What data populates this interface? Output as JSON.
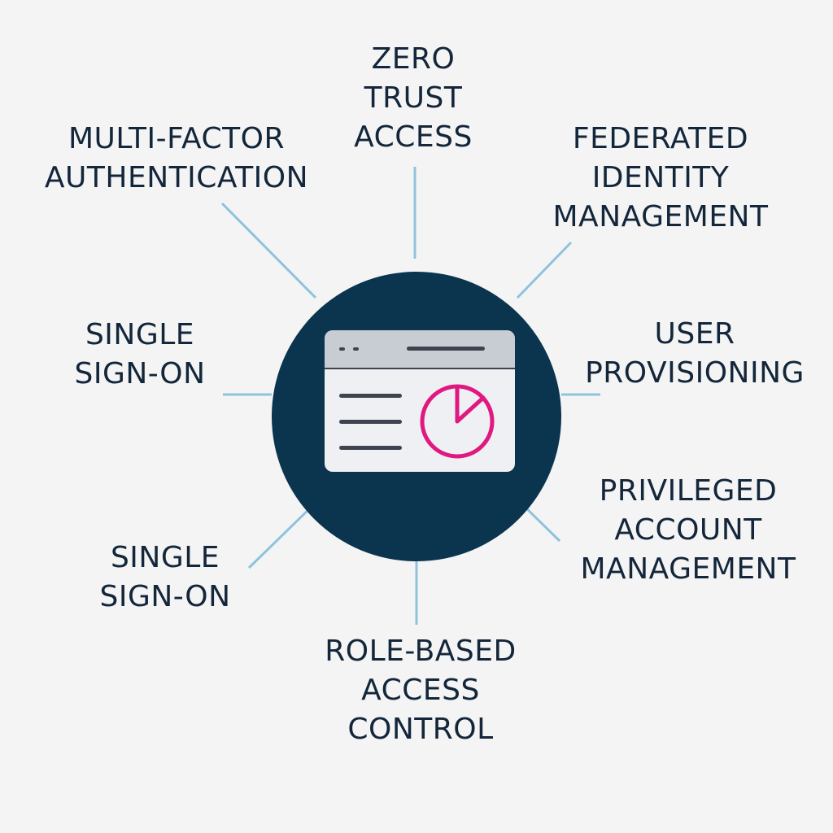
{
  "hub": {
    "icon": "browser-window-with-pie-chart-icon",
    "colors": {
      "hub": "#0b344f",
      "window": "#eef0f3",
      "window_header": "#c8ccd3",
      "line": "#3d4450",
      "accent": "#e0187f",
      "connector": "#8fc3dd"
    }
  },
  "nodes": [
    {
      "id": "zero-trust-access",
      "lines": [
        "ZERO",
        "TRUST",
        "ACCESS"
      ]
    },
    {
      "id": "federated-identity-management",
      "lines": [
        "FEDERATED",
        "IDENTITY",
        "MANAGEMENT"
      ]
    },
    {
      "id": "user-provisioning",
      "lines": [
        "USER",
        "PROVISIONING"
      ]
    },
    {
      "id": "privileged-account-management",
      "lines": [
        "PRIVILEGED",
        "ACCOUNT",
        "MANAGEMENT"
      ]
    },
    {
      "id": "role-based-access-control",
      "lines": [
        "ROLE-BASED",
        "ACCESS",
        "CONTROL"
      ]
    },
    {
      "id": "single-sign-on-lower",
      "lines": [
        "SINGLE",
        "SIGN-ON"
      ]
    },
    {
      "id": "single-sign-on-upper",
      "lines": [
        "SINGLE",
        "SIGN-ON"
      ]
    },
    {
      "id": "multi-factor-authentication",
      "lines": [
        "MULTI-FACTOR",
        "AUTHENTICATION"
      ]
    }
  ]
}
